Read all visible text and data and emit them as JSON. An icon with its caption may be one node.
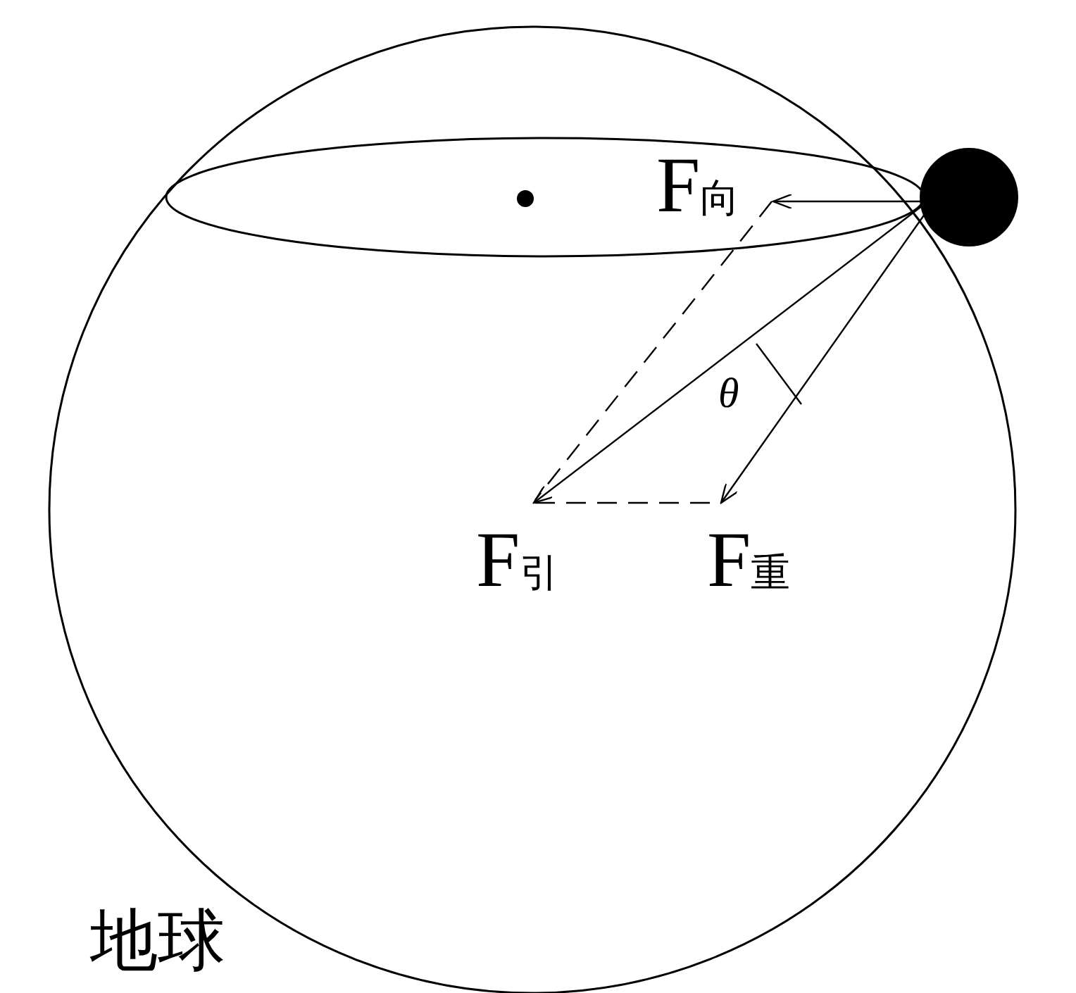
{
  "diagram": {
    "labels": [
      "F$_{向}$",
      "θ",
      "F$_{引}$",
      "F$_{重}$",
      "地球"
    ]
  }
}
